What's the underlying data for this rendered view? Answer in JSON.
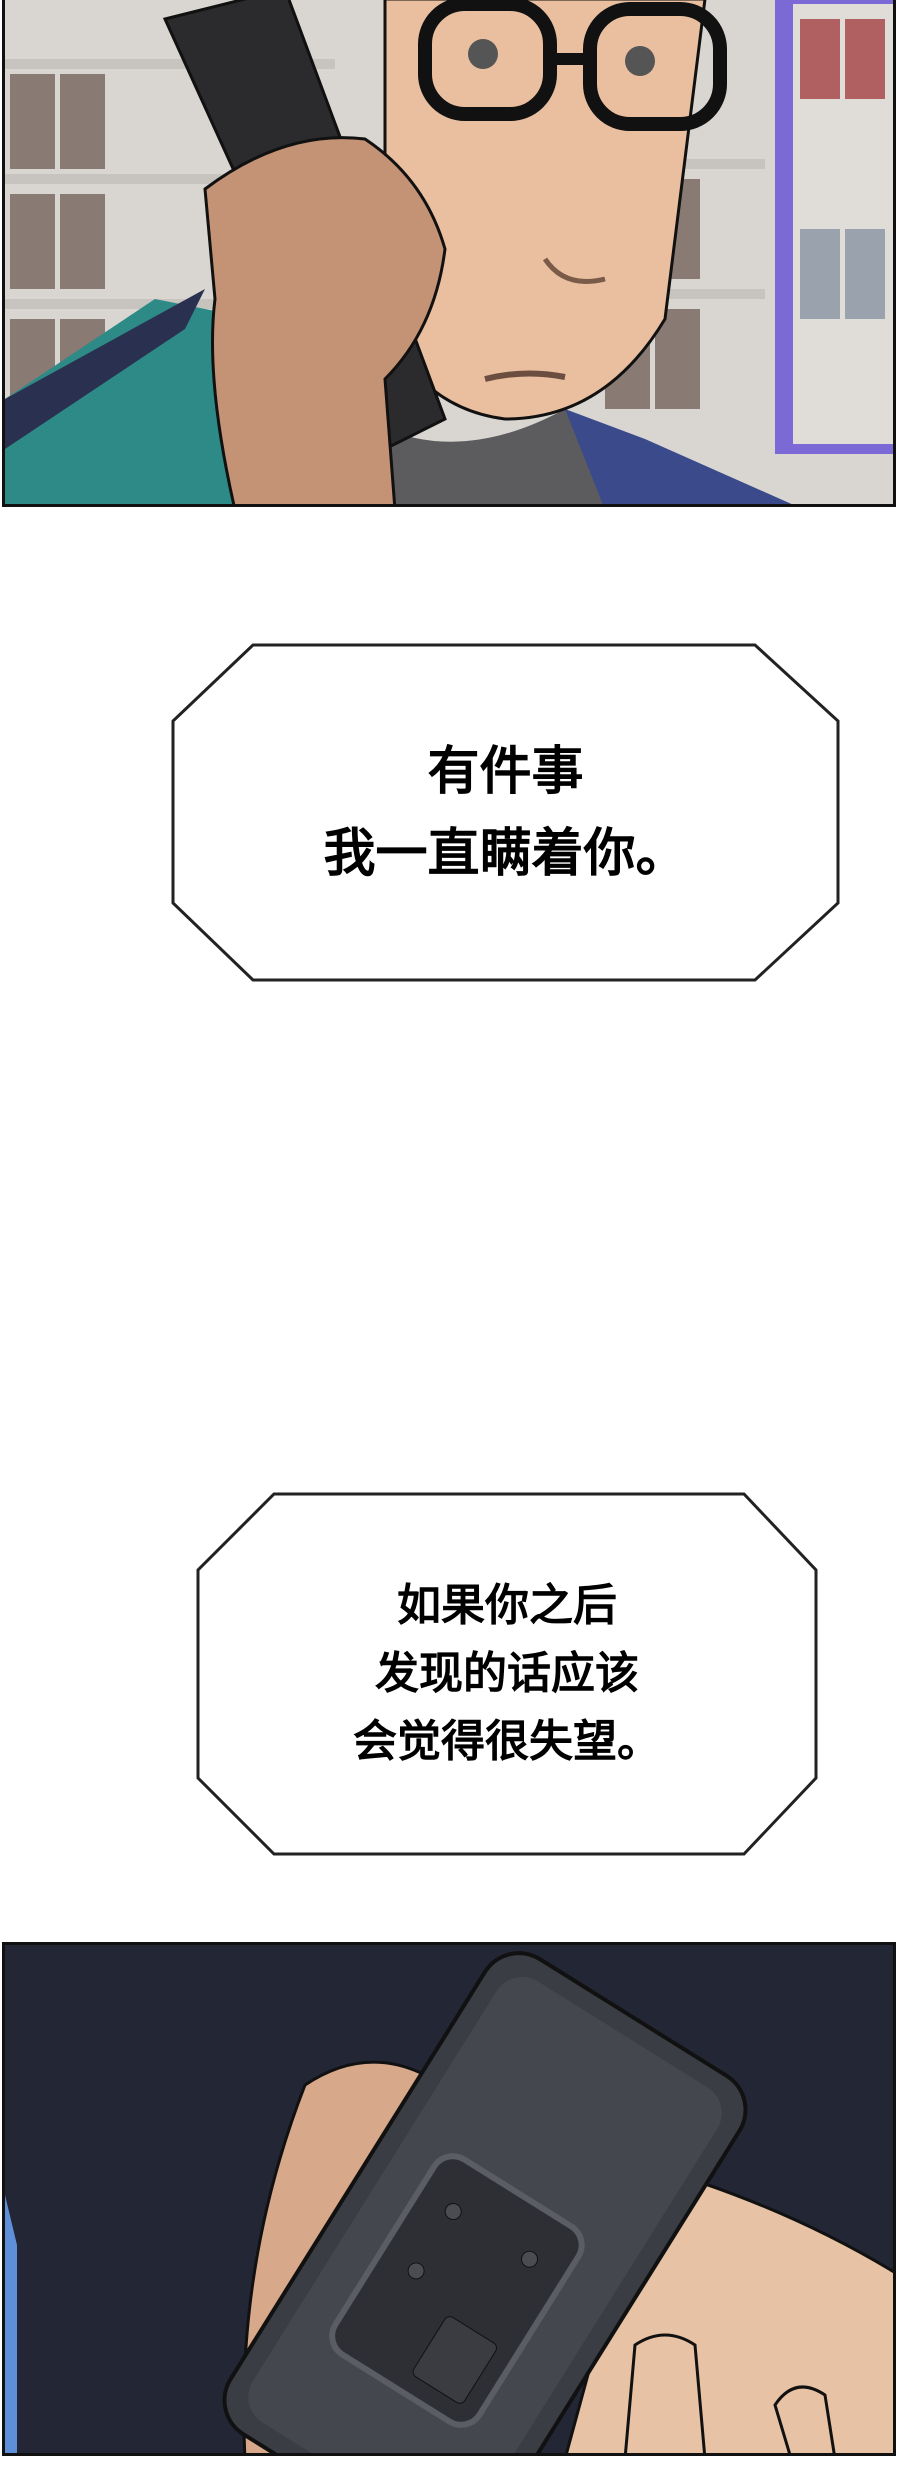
{
  "panels": [
    {
      "id": "panel1",
      "description": "Man with glasses holding phone to ear in convenience store, surprised expression"
    },
    {
      "id": "panel2",
      "description": "Close-up of hand holding dark phone against ear, camera module visible"
    }
  ],
  "bubbles": [
    {
      "lines": [
        "有件事",
        "我一直瞒着你。"
      ]
    },
    {
      "lines": [
        "如果你之后",
        "发现的话应该",
        "会觉得很失望。"
      ]
    }
  ],
  "colors": {
    "border": "#111111",
    "bubble_fill": "#ffffff",
    "background": "#ffffff"
  }
}
